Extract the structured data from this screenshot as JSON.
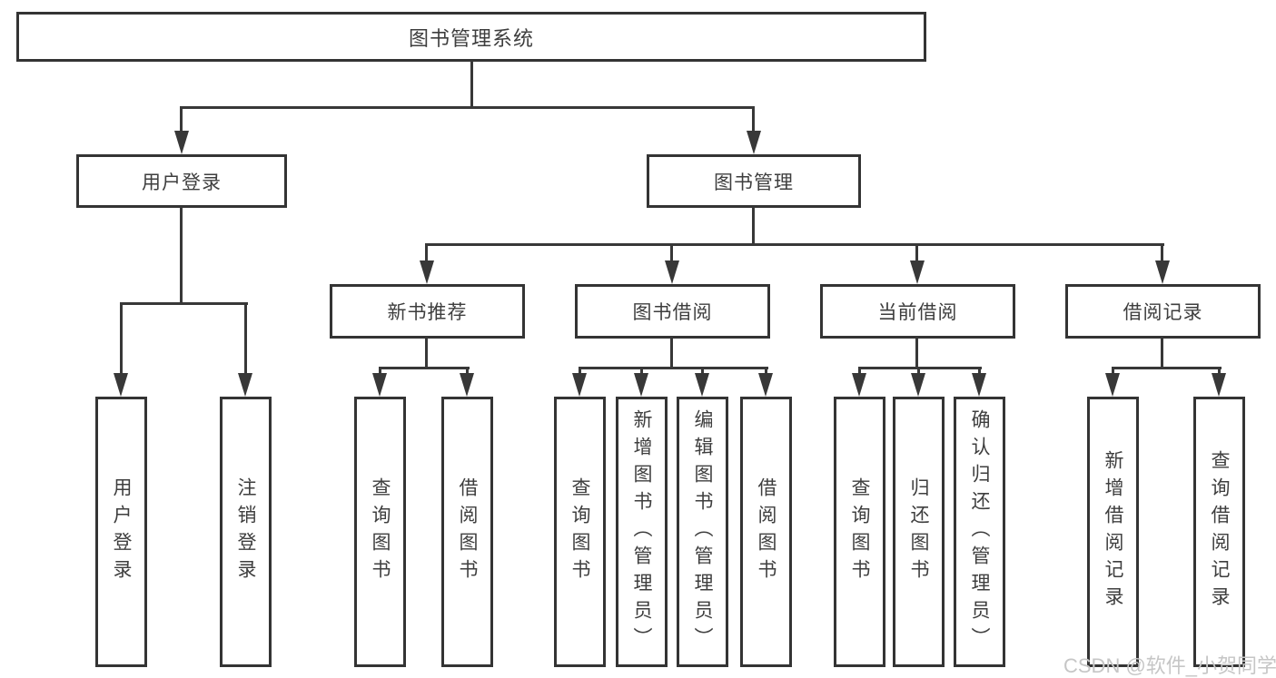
{
  "diagram": {
    "root": {
      "label": "图书管理系统"
    },
    "branches": [
      {
        "label": "用户登录",
        "leaves": [
          {
            "label": "用户登录"
          },
          {
            "label": "注销登录"
          }
        ]
      },
      {
        "label": "图书管理",
        "groups": [
          {
            "label": "新书推荐",
            "leaves": [
              {
                "label": "查询图书"
              },
              {
                "label": "借阅图书"
              }
            ]
          },
          {
            "label": "图书借阅",
            "leaves": [
              {
                "label": "查询图书"
              },
              {
                "label": "新增图书（管理员）"
              },
              {
                "label": "编辑图书（管理员）"
              },
              {
                "label": "借阅图书"
              }
            ]
          },
          {
            "label": "当前借阅",
            "leaves": [
              {
                "label": "查询图书"
              },
              {
                "label": "归还图书"
              },
              {
                "label": "确认归还（管理员）"
              }
            ]
          },
          {
            "label": "借阅记录",
            "leaves": [
              {
                "label": "新增借阅记录"
              },
              {
                "label": "查询借阅记录"
              }
            ]
          }
        ]
      }
    ]
  },
  "watermark": {
    "text": "CSDN @软件_小贺同学"
  },
  "colors": {
    "line": "#383838",
    "box_border": "#343434",
    "text": "#3e3e3e",
    "watermark": "#c6c6c6",
    "background": "#ffffff"
  }
}
